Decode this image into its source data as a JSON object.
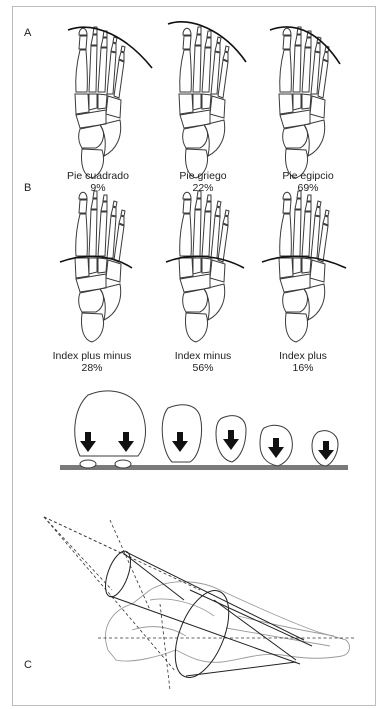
{
  "panels": {
    "a": {
      "label": "A",
      "feet": [
        {
          "name": "Pie cuadrado",
          "pct": "9%"
        },
        {
          "name": "Pie griego",
          "pct": "22%"
        },
        {
          "name": "Pie egipcio",
          "pct": "69%"
        }
      ]
    },
    "b": {
      "label": "B",
      "feet": [
        {
          "name": "Index plus minus",
          "pct": "28%"
        },
        {
          "name": "Index minus",
          "pct": "56%"
        },
        {
          "name": "Index plus",
          "pct": "16%"
        }
      ]
    },
    "c": {
      "label": "C"
    }
  },
  "colors": {
    "ground_bar": "#7a7a7a",
    "outline": "#3a3a3a",
    "arrow": "#111111"
  }
}
